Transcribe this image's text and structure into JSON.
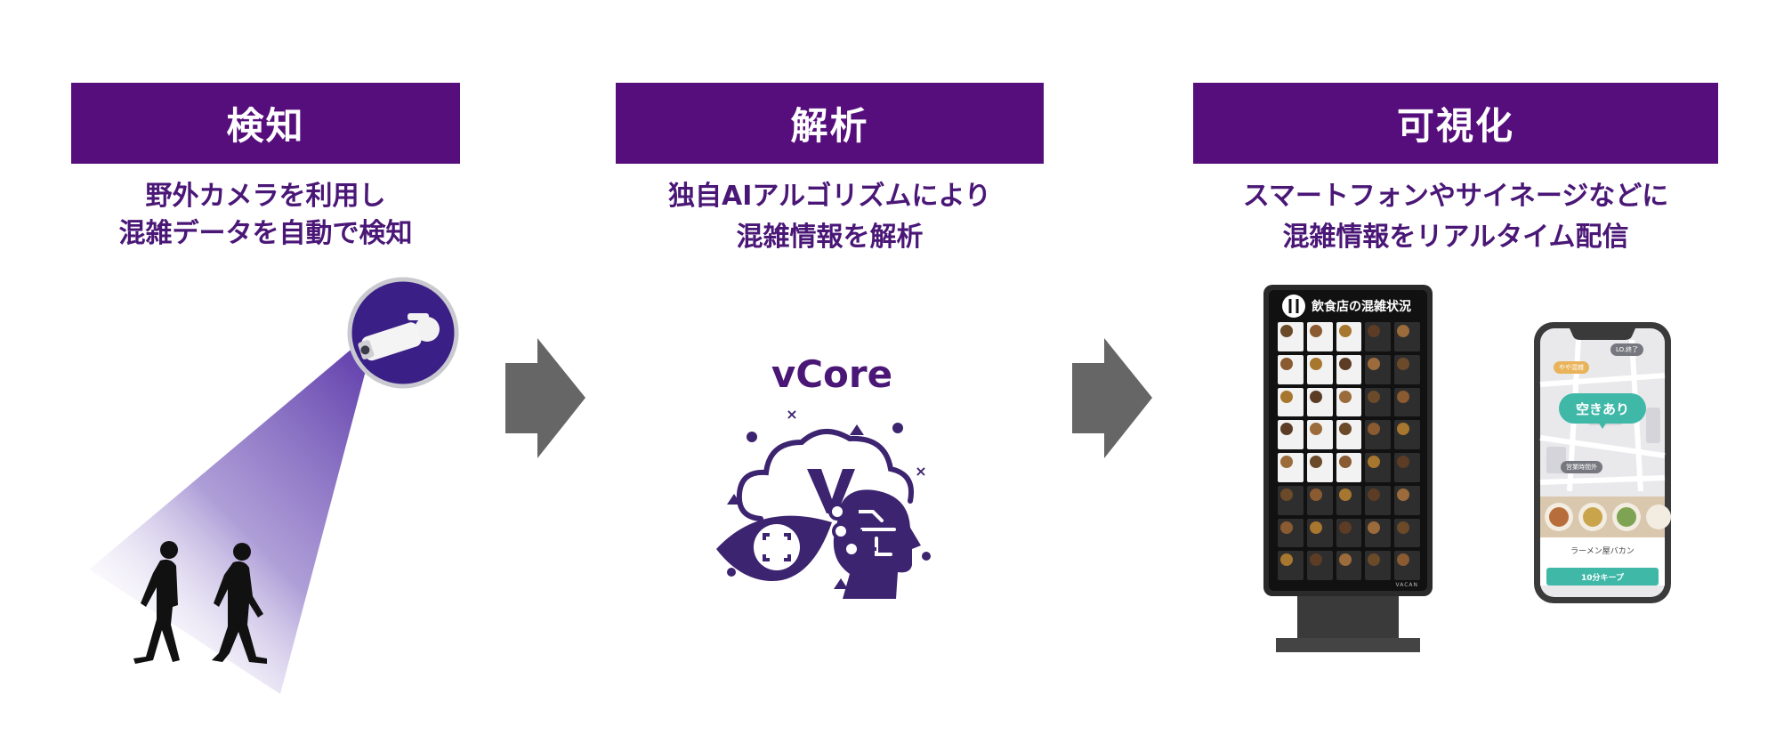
{
  "steps": [
    {
      "title": "検知",
      "desc_line1": "野外カメラを利用し",
      "desc_line2": "混雑データを自動で検知"
    },
    {
      "title": "解析",
      "desc_line1": "独自AIアルゴリズムにより",
      "desc_line2": "混雑情報を解析"
    },
    {
      "title": "可視化",
      "desc_line1": "スマートフォンやサイネージなどに",
      "desc_line2": "混雑情報をリアルタイム配信"
    }
  ],
  "vcore_label": "vCore",
  "signage": {
    "title": "飲食店の混雑状況",
    "footer": "VACAN"
  },
  "phone": {
    "map_tags": [
      "LO.終了",
      "やや混雑",
      "営業時間外"
    ],
    "status_bubble": "空きあり",
    "shop_name": "ラーメン屋バカン",
    "keep_button": "10分キープ"
  },
  "colors": {
    "header_bg": "#560e7d",
    "desc_text": "#4a1777",
    "arrow": "#666666",
    "accent_teal": "#3fb8a8"
  }
}
